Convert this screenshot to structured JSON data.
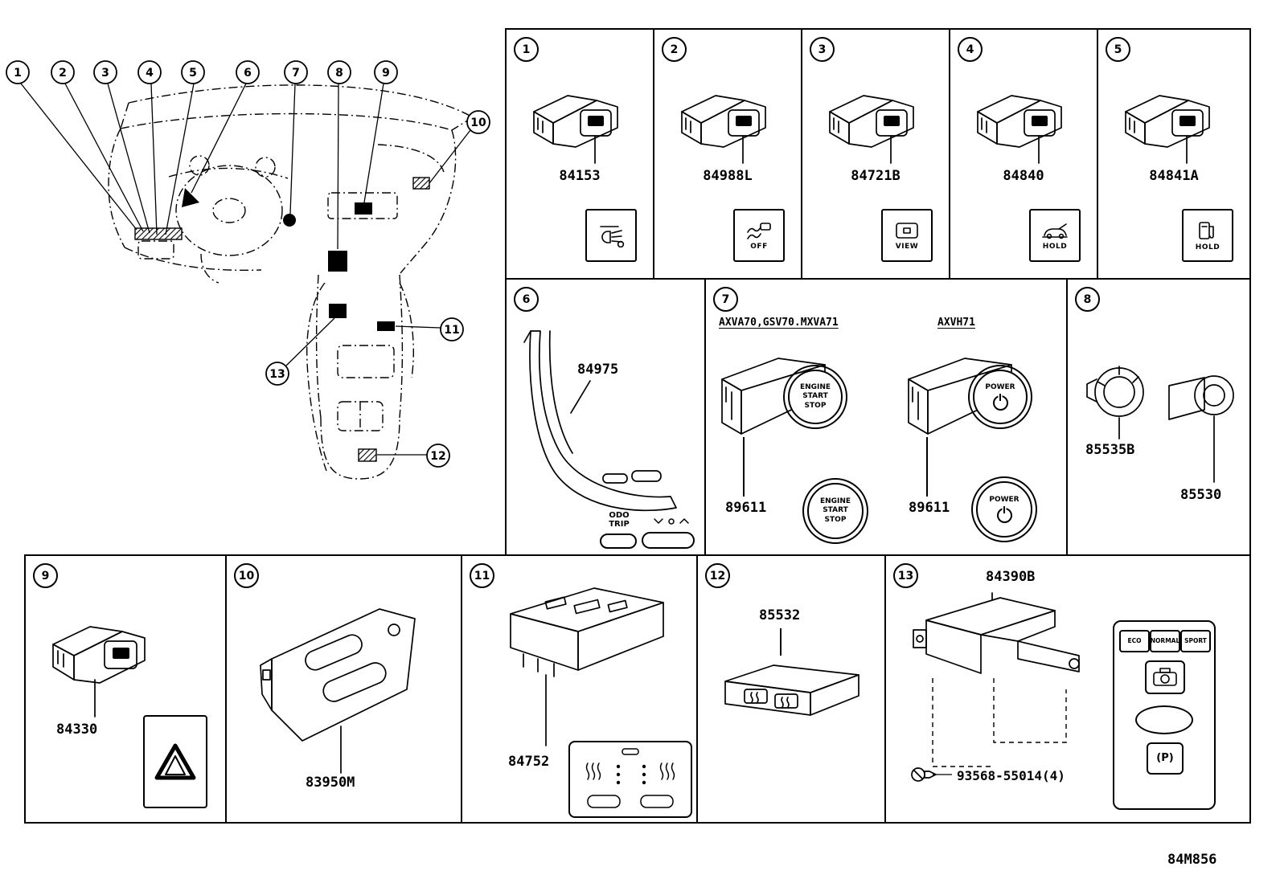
{
  "page": {
    "footer_code": "84M856"
  },
  "callouts": [
    "1",
    "2",
    "3",
    "4",
    "5",
    "6",
    "7",
    "8",
    "9",
    "10",
    "11",
    "12",
    "13"
  ],
  "cells": {
    "c1": {
      "num": "1",
      "part": "84153"
    },
    "c2": {
      "num": "2",
      "part": "84988L",
      "icon_label": "OFF"
    },
    "c3": {
      "num": "3",
      "part": "84721B",
      "icon_label": "VIEW"
    },
    "c4": {
      "num": "4",
      "part": "84840",
      "icon_label": "HOLD"
    },
    "c5": {
      "num": "5",
      "part": "84841A",
      "icon_label": "HOLD"
    },
    "c6": {
      "num": "6",
      "part": "84975",
      "btn_label": "ODO\nTRIP"
    },
    "c7": {
      "num": "7",
      "variant_a": "AXVA70,GSV70.MXVA71",
      "variant_b": "AXVH71",
      "part_a": "89611",
      "part_b": "89611",
      "btn_a": "ENGINE\nSTART\nSTOP",
      "btn_b": "POWER"
    },
    "c8": {
      "num": "8",
      "part_a": "85535B",
      "part_b": "85530"
    },
    "c9": {
      "num": "9",
      "part": "84330"
    },
    "c10": {
      "num": "10",
      "part": "83950M"
    },
    "c11": {
      "num": "11",
      "part": "84752"
    },
    "c12": {
      "num": "12",
      "part": "85532"
    },
    "c13": {
      "num": "13",
      "part_a": "84390B",
      "part_b": "93568-55014(4)",
      "modes": [
        "ECO",
        "NORMAL",
        "SPORT"
      ],
      "parking_label": "(P)"
    }
  }
}
